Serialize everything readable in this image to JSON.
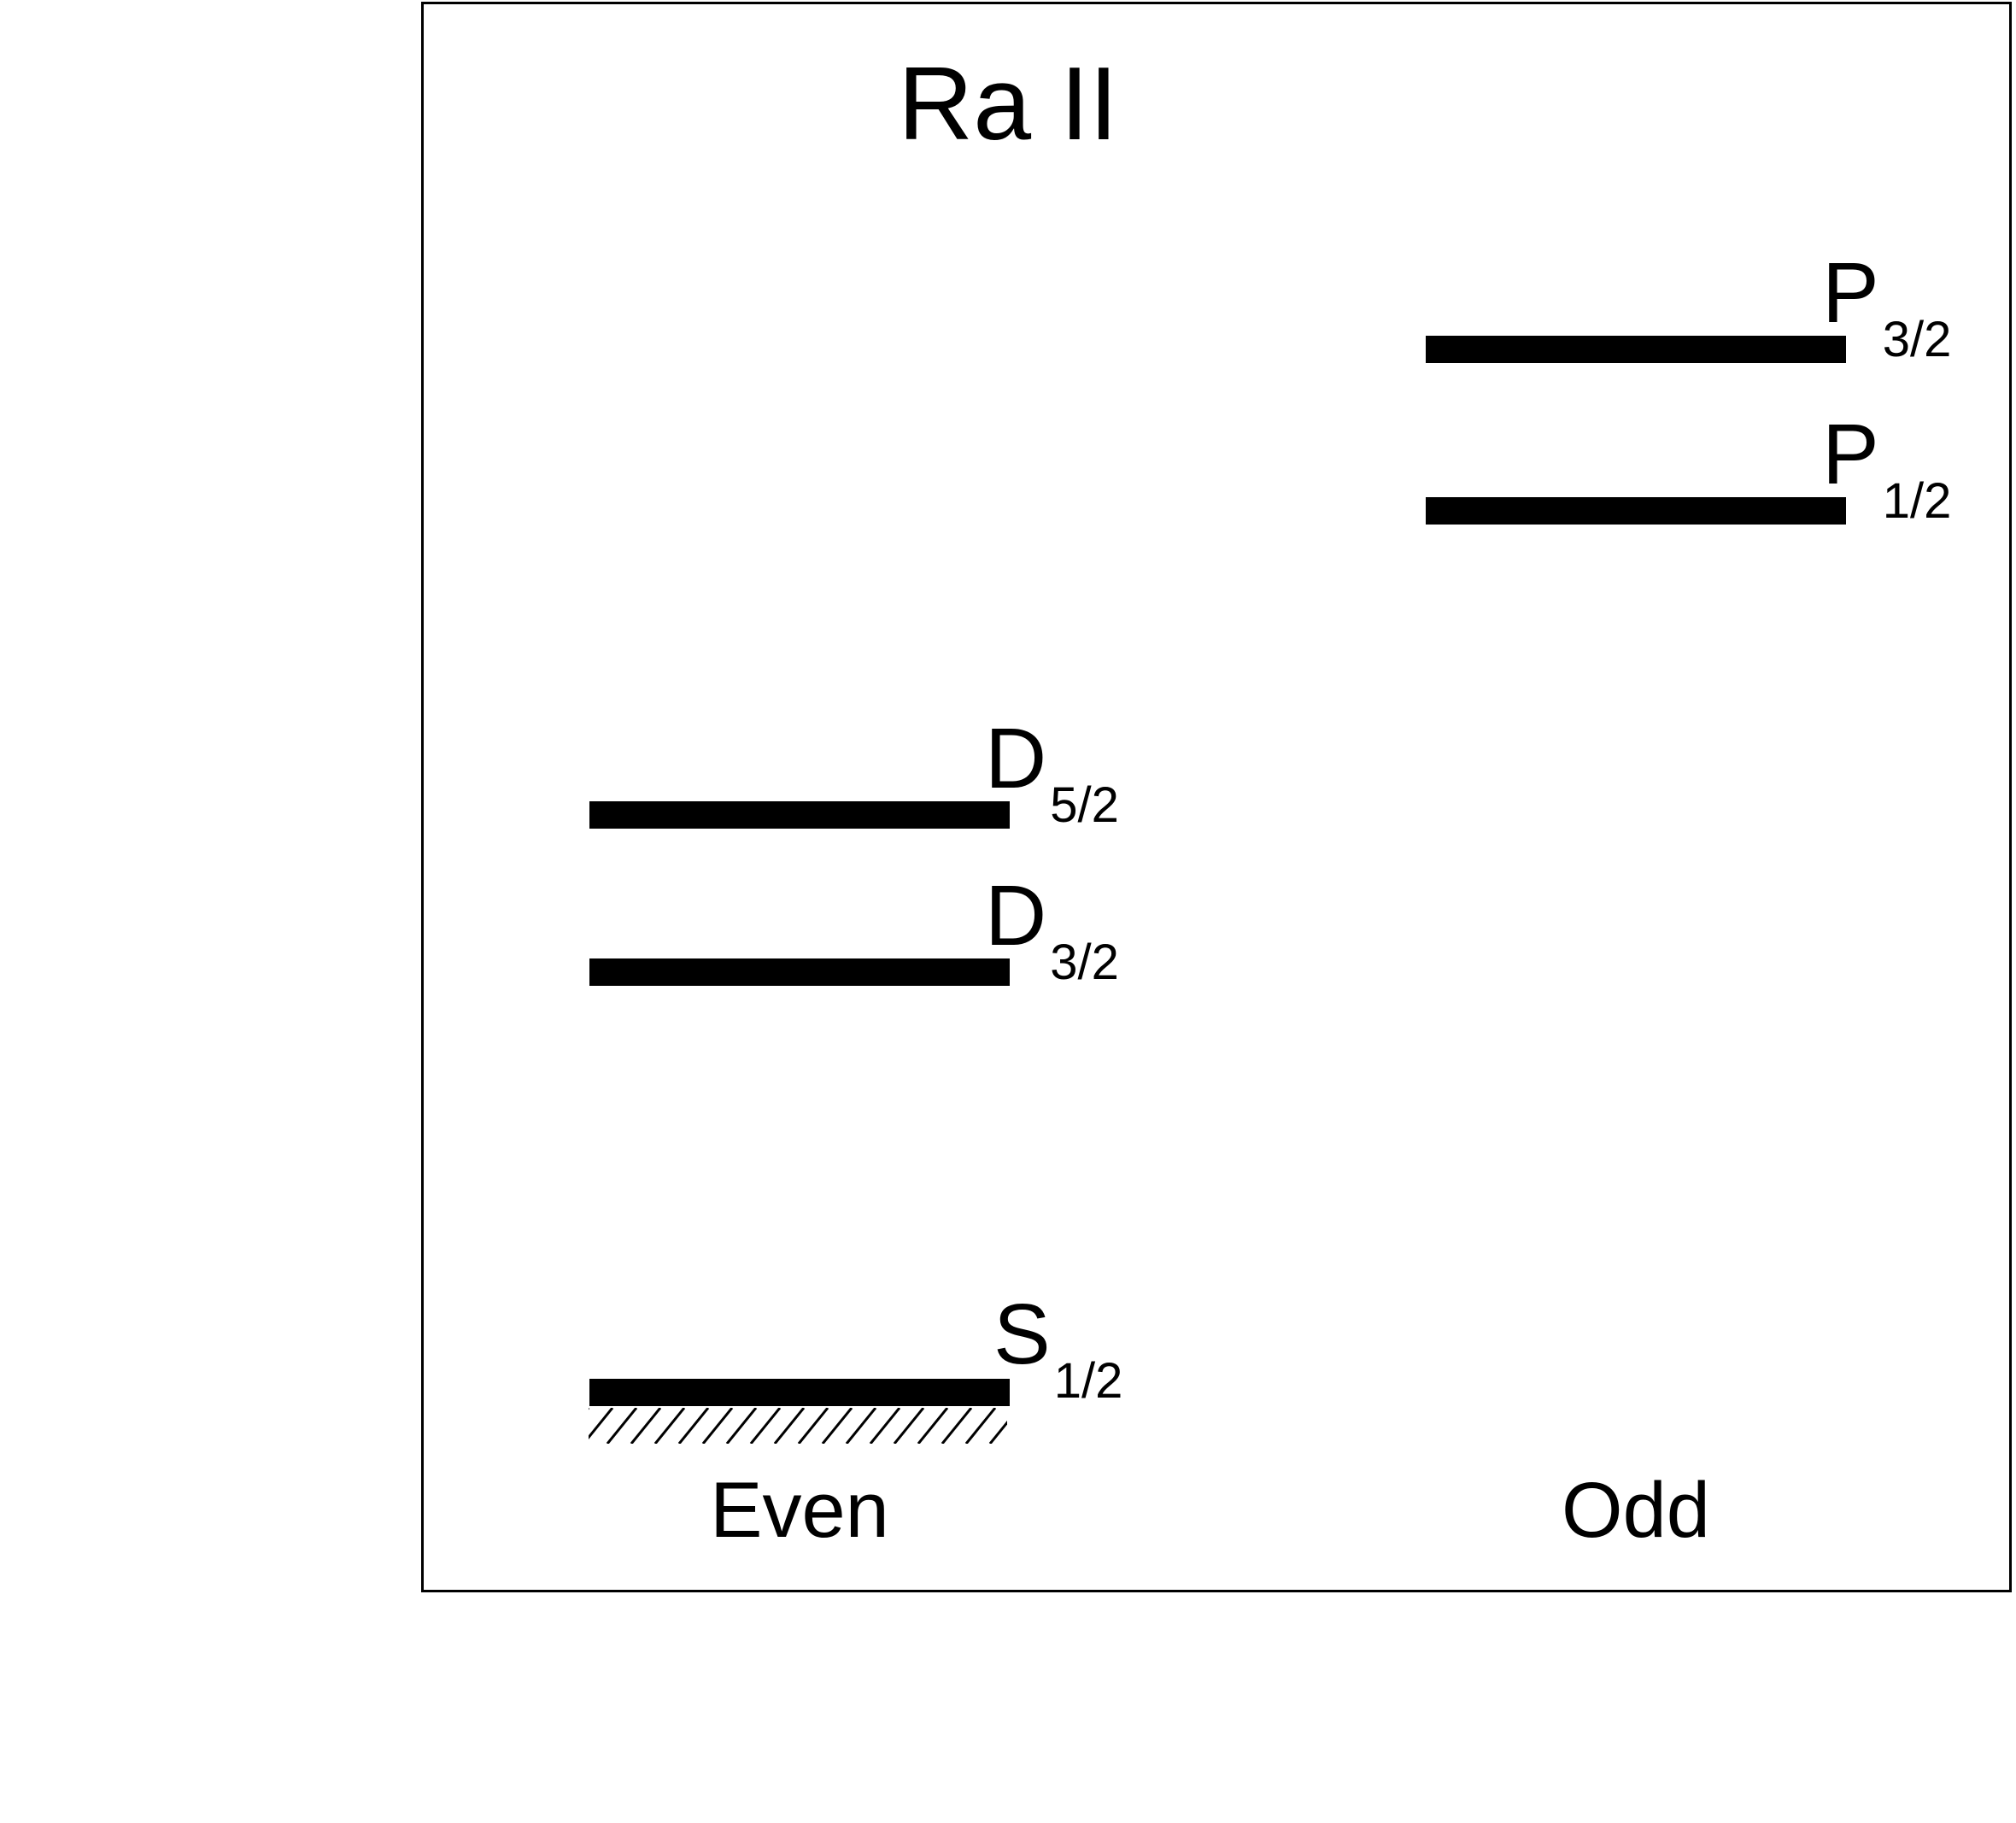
{
  "diagram": {
    "title": "Ra II",
    "columns": [
      {
        "id": "even",
        "label": "Even"
      },
      {
        "id": "odd",
        "label": "Odd"
      }
    ],
    "levels": [
      {
        "id": "s12",
        "letter": "S",
        "sub": "1/2",
        "column": "even",
        "ground": true
      },
      {
        "id": "d32",
        "letter": "D",
        "sub": "3/2",
        "column": "even"
      },
      {
        "id": "d52",
        "letter": "D",
        "sub": "5/2",
        "column": "even"
      },
      {
        "id": "p12",
        "letter": "P",
        "sub": "1/2",
        "column": "odd"
      },
      {
        "id": "p32",
        "letter": "P",
        "sub": "3/2",
        "column": "odd"
      }
    ]
  }
}
